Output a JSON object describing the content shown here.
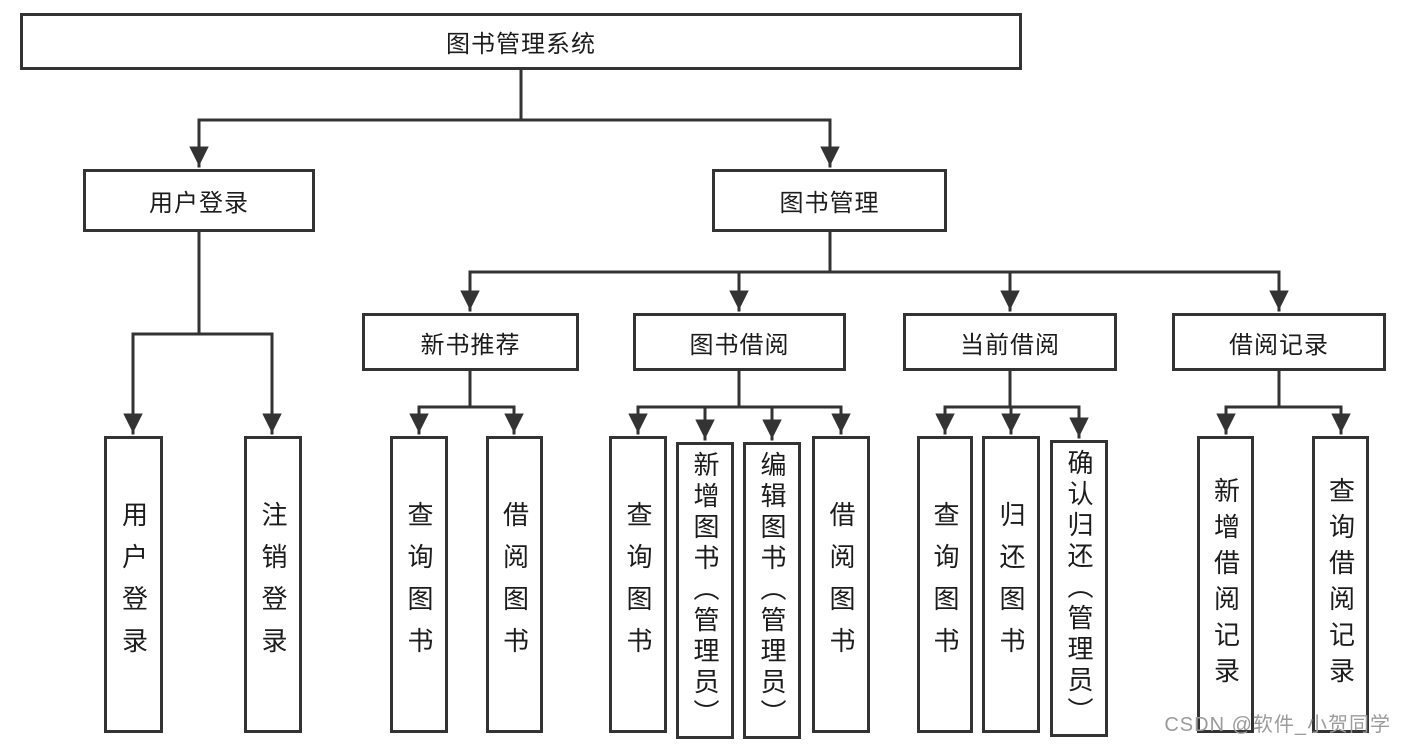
{
  "diagram": {
    "root": {
      "label": "图书管理系统"
    },
    "branches": [
      {
        "label": "用户登录",
        "children": [
          {
            "label": "用户登录"
          },
          {
            "label": "注销登录"
          }
        ]
      },
      {
        "label": "图书管理",
        "children": [
          {
            "label": "新书推荐",
            "children": [
              {
                "label": "查询图书"
              },
              {
                "label": "借阅图书"
              }
            ]
          },
          {
            "label": "图书借阅",
            "children": [
              {
                "label": "查询图书"
              },
              {
                "label": "新增图书（管理员）"
              },
              {
                "label": "编辑图书（管理员）"
              },
              {
                "label": "借阅图书"
              }
            ]
          },
          {
            "label": "当前借阅",
            "children": [
              {
                "label": "查询图书"
              },
              {
                "label": "归还图书"
              },
              {
                "label": "确认归还（管理员）"
              }
            ]
          },
          {
            "label": "借阅记录",
            "children": [
              {
                "label": "新增借阅记录"
              },
              {
                "label": "查询借阅记录"
              }
            ]
          }
        ]
      }
    ],
    "watermark": "CSDN @软件_小贺同学",
    "colors": {
      "line": "#333333",
      "text": "#1c1c1c",
      "watermark": "#9b9b9b",
      "box_bg": "#ffffff",
      "page_bg": "#ffffff"
    }
  }
}
